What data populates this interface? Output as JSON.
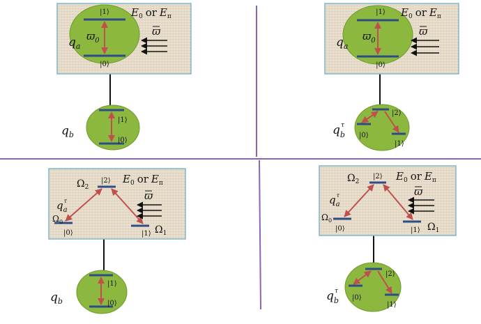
{
  "colors": {
    "box_fill": "#e6dcc9",
    "box_border": "#7fb6cf",
    "circle_fill": "#8db83f",
    "circle_border": "#6b9a2c",
    "level_line": "#2c4d86",
    "transition_arrow": "#c0504d",
    "divider": "#8f63b4",
    "photon_arrow": "#111111"
  },
  "panels": {
    "top_left": {
      "qubit_top": "q",
      "qubit_top_sub": "a",
      "level_1": "|1⟩",
      "level_0": "|0⟩",
      "omega0_main": "ϖ",
      "omega0_sub": "0",
      "omega": "ϖ",
      "field": {
        "e0_main": "E",
        "e0_sub": "0",
        "or": "or",
        "epi_main": "E",
        "epi_sub": "π"
      },
      "qubit_bottom": "q",
      "qubit_bottom_sub": "b",
      "lower_level_1": "|1⟩",
      "lower_level_0": "|0⟩"
    },
    "top_right": {
      "qubit_top": "q",
      "qubit_top_sub": "a",
      "level_1": "|1⟩",
      "level_0": "|0⟩",
      "omega0_main": "ϖ",
      "omega0_sub": "0",
      "omega": "ϖ",
      "field": {
        "e0_main": "E",
        "e0_sub": "0",
        "or": "or",
        "epi_main": "E",
        "epi_sub": "π"
      },
      "qubit_bottom": "q",
      "qubit_bottom_sub": "b",
      "qubit_bottom_sup": "τ",
      "lower_level_2": "|2⟩",
      "lower_level_0": "|0⟩",
      "lower_level_1": "|1⟩"
    },
    "bottom_left": {
      "qubit_top": "q",
      "qubit_top_sub": "a",
      "qubit_top_sup": "τ",
      "omega2_main": "Ω",
      "omega2_sub": "2",
      "omega0_main": "Ω",
      "omega0_sub": "0",
      "omega1_main": "Ω",
      "omega1_sub": "1",
      "level_2": "|2⟩",
      "level_0": "|0⟩",
      "level_1": "|1⟩",
      "omega": "ϖ",
      "field": {
        "e0_main": "E",
        "e0_sub": "0",
        "or": "or",
        "epi_main": "E",
        "epi_sub": "π"
      },
      "qubit_bottom": "q",
      "qubit_bottom_sub": "b",
      "lower_level_1": "|1⟩",
      "lower_level_0": "|0⟩"
    },
    "bottom_right": {
      "qubit_top": "q",
      "qubit_top_sub": "a",
      "qubit_top_sup": "τ",
      "omega2_main": "Ω",
      "omega2_sub": "2",
      "omega0_main": "Ω",
      "omega0_sub": "0",
      "omega1_main": "Ω",
      "omega1_sub": "1",
      "level_2": "|2⟩",
      "level_0": "|0⟩",
      "level_1": "|1⟩",
      "omega": "ϖ",
      "field": {
        "e0_main": "E",
        "e0_sub": "0",
        "or": "or",
        "epi_main": "E",
        "epi_sub": "π"
      },
      "qubit_bottom": "q",
      "qubit_bottom_sub": "b",
      "qubit_bottom_sup": "τ",
      "lower_level_2": "|2⟩",
      "lower_level_0": "|0⟩",
      "lower_level_1": "|1⟩"
    }
  }
}
